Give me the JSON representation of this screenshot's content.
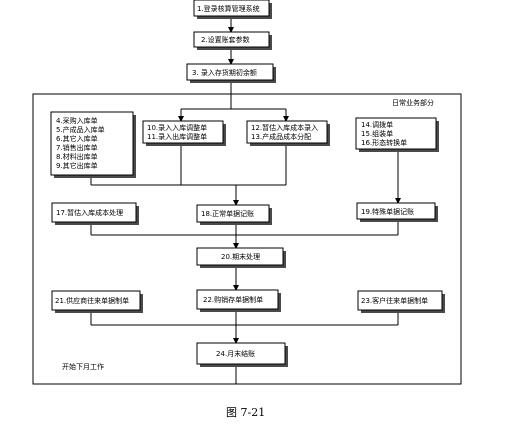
{
  "steps": {
    "s1": "1.登录核算管理系统",
    "s2": "2.设置账套参数",
    "s3": "3. 录入存货期初余额",
    "inbound_docs": [
      "4.采购入库单",
      "5.产成品入库单",
      "6.其它入库单",
      "7.销售出库单",
      "8.材料出库单",
      "9.其它出库单"
    ],
    "adjust_docs": [
      "10.录入入库调整单",
      "11.录入出库调整单"
    ],
    "estimate_docs": [
      "12.暂估入库成本录入",
      "13.产成品成本分配"
    ],
    "transfer_docs": [
      "14.调拨单",
      "15.组装单",
      "16.形态转换单"
    ],
    "s17": "17.暂估入库成本处理",
    "s18": "18.正常单据记账",
    "s19": "19.特殊单据记账",
    "s20": "20.期末处理",
    "s21": "21.供应商往来单据制单",
    "s22": "22.购销存单据制单",
    "s23": "23.客户往来单据制单",
    "s24": "24.月末结账"
  },
  "labels": {
    "daily_section": "日常业务部分",
    "next_month": "开始下月工作"
  },
  "caption": "图 7-21"
}
